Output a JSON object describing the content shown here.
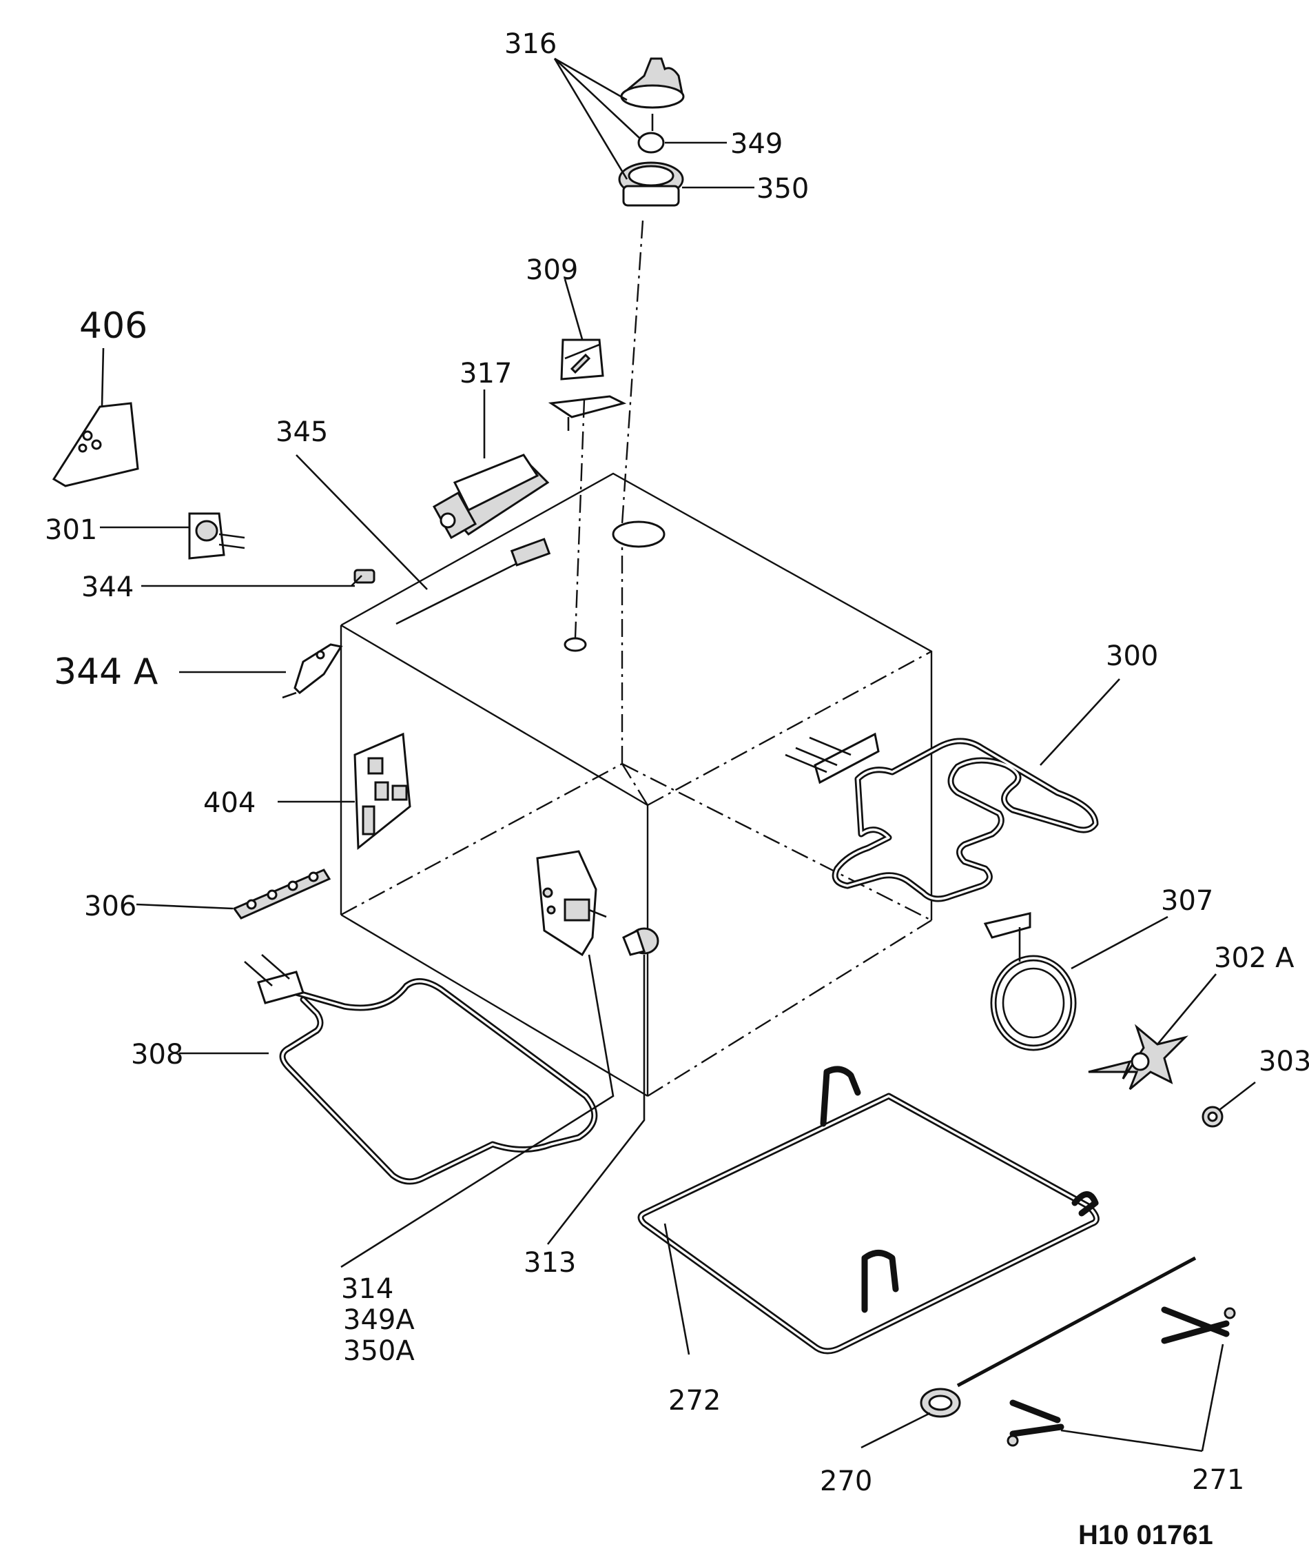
{
  "diagram": {
    "code": "H10 01761",
    "labels": {
      "l316": "316",
      "l349": "349",
      "l350": "350",
      "l309": "309",
      "l406": "406",
      "l317": "317",
      "l345": "345",
      "l301": "301",
      "l344": "344",
      "l344a": "344 A",
      "l300": "300",
      "l404": "404",
      "l306": "306",
      "l307": "307",
      "l302a": "302 A",
      "l303": "303",
      "l308": "308",
      "l313": "313",
      "l314": "314",
      "l349a": "349A",
      "l350a": "350A",
      "l272": "272",
      "l270": "270",
      "l271": "271"
    }
  }
}
